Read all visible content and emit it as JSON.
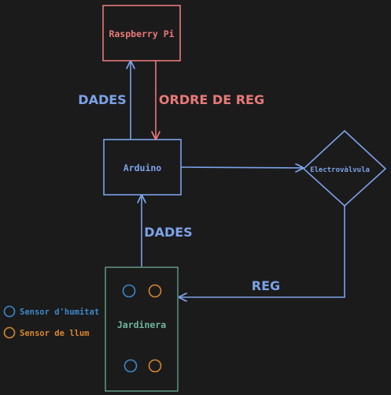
{
  "colors": {
    "background": "#1b1b1c",
    "raspberry": "#e87a78",
    "blue": "#7ca2e6",
    "green": "#6fb79a",
    "humidity": "#3d88c8",
    "light": "#d5872f"
  },
  "nodes": {
    "raspberry": "Raspberry Pi",
    "arduino": "Arduino",
    "valve": "Electrovàlvula",
    "planter": "Jardinera"
  },
  "flows": {
    "data_up": "DADES",
    "irrigation_order": "ORDRE DE REG",
    "data_from_planter": "DADES",
    "irrigation": "REG"
  },
  "legend": {
    "humidity_sensor": "Sensor d'humitat",
    "light_sensor": "Sensor de llum"
  }
}
